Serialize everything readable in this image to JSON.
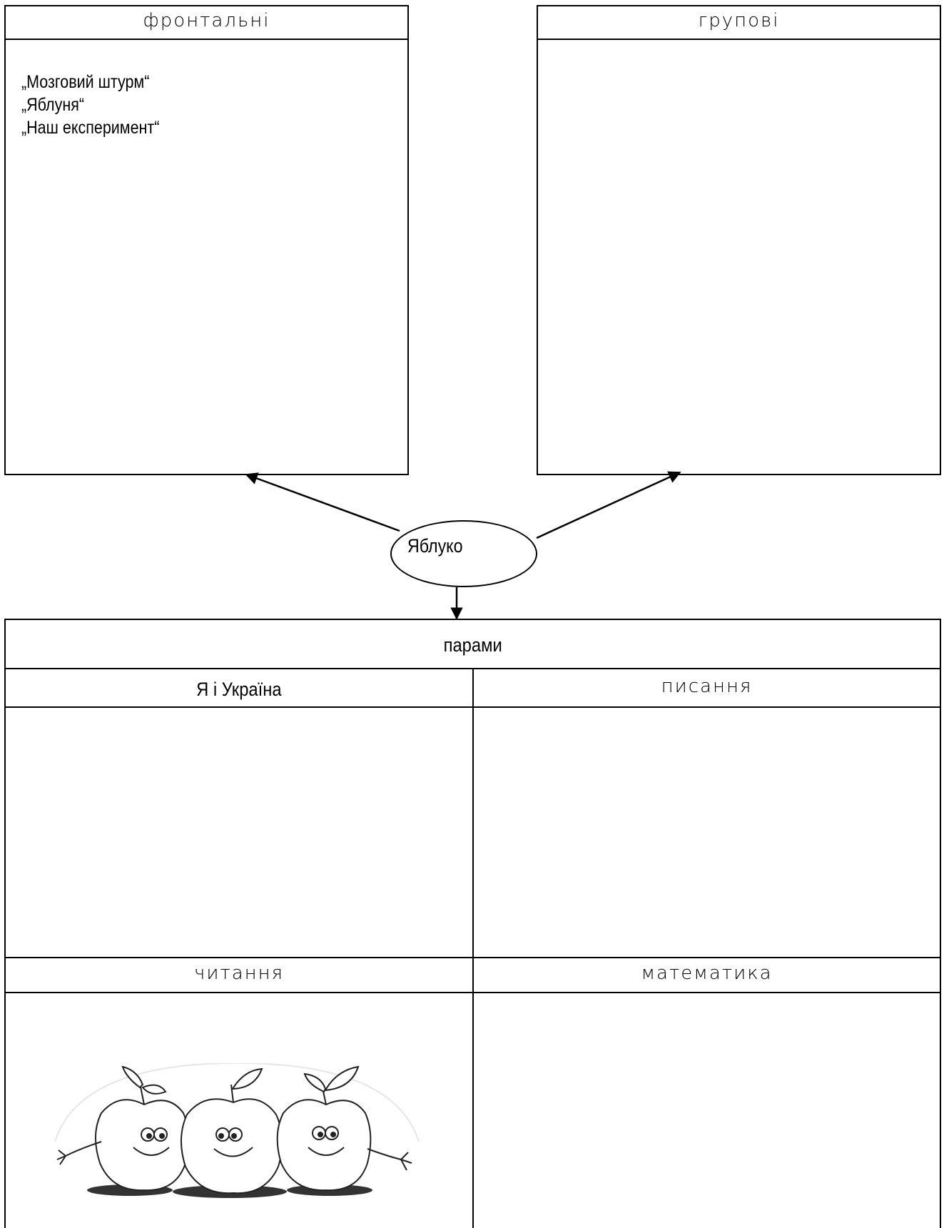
{
  "frontal": {
    "title": "фронтальні",
    "items": [
      "„Мозговий штурм“",
      "„Яблуня“",
      "„Наш експеримент“"
    ]
  },
  "group": {
    "title": "групові"
  },
  "center": {
    "label": "Яблуко"
  },
  "pairs": {
    "title": "парами",
    "cells": {
      "ukraine": "Я і Україна",
      "writing": "писання",
      "reading": "читання",
      "math": "математика"
    }
  },
  "illustration": {
    "icon": "three-smiling-apples-illustration"
  }
}
